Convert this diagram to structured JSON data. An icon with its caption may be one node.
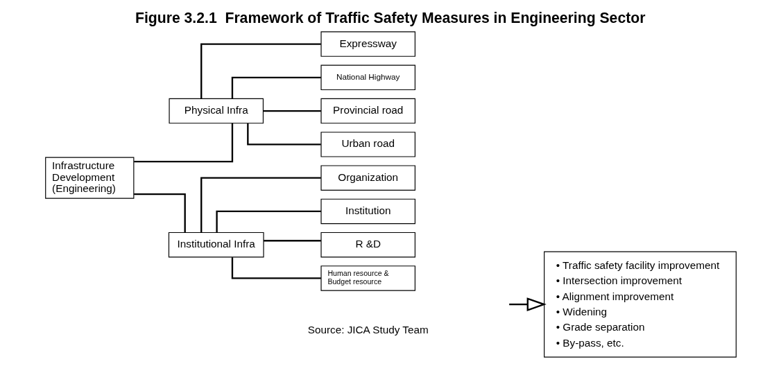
{
  "diagram": {
    "title": "Figure 3.2.1  Framework of Traffic Safety Measures in Engineering Sector",
    "nodes": [
      {
        "text": [
          "Infrastructure Development (Engineering)"
        ]
      },
      {
        "text": [
          "Physical Infra"
        ]
      },
      {
        "text": [
          "Institutional Infra"
        ]
      },
      {
        "text": [
          "Expressway"
        ]
      },
      {
        "text": [
          "National Highway"
        ]
      },
      {
        "text": [
          "Provincial road"
        ]
      },
      {
        "text": [
          "Urban road"
        ]
      },
      {
        "text": [
          "Organization"
        ]
      },
      {
        "text": [
          "Institution"
        ]
      },
      {
        "text": [
          "R &D"
        ]
      },
      {
        "text": [
          "Human resource & Budget resource"
        ]
      },
      {
        "text": [
          "• Traffic safety facility improvement",
          "• Intersection improvement",
          "• Alignment improvement",
          "• Widening",
          "• Grade separation",
          "• By-pass, etc."
        ]
      }
    ],
    "edges": [
      {
        "from": 0,
        "to": 1,
        "arrow": "none"
      },
      {
        "from": 0,
        "to": 2,
        "arrow": "none"
      },
      {
        "from": 1,
        "to": 3,
        "arrow": "none"
      },
      {
        "from": 1,
        "to": 4,
        "arrow": "none"
      },
      {
        "from": 1,
        "to": 5,
        "arrow": "none"
      },
      {
        "from": 1,
        "to": 6,
        "arrow": "none"
      },
      {
        "from": 2,
        "to": 7,
        "arrow": "none"
      },
      {
        "from": 2,
        "to": 8,
        "arrow": "none"
      },
      {
        "from": 2,
        "to": 9,
        "arrow": "none"
      },
      {
        "from": 2,
        "to": 10,
        "arrow": "none"
      },
      {
        "from": null,
        "to": 11,
        "arrow": "to"
      }
    ],
    "labels": [
      "Source: JICA Study Team"
    ]
  }
}
